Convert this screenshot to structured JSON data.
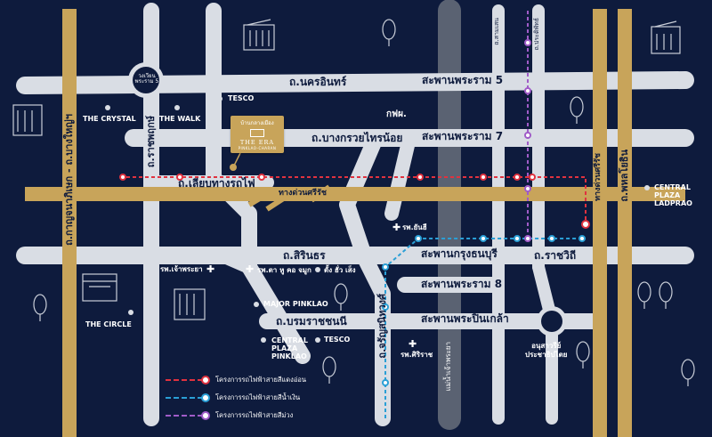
{
  "roads": {
    "top_road": "ถ.นครอินทร์",
    "bridge_rama5": "สะพานพระราม 5",
    "bang_kruai_sainoi": "ถ.บางกรวยไทรน้อย",
    "bridge_rama7": "สะพานพระราม 7",
    "siang_tang_rotfai": "ถ.เลียบทางรถไฟ",
    "expressway": "ทางด่วนศรีรัช",
    "sirindhorn": "ถ.สิรินธร",
    "bridge_krungthon": "สะพานกรุงธนบุรี",
    "ratchawithi": "ถ.ราชวิถี",
    "bridge_rama8": "สะพานพระราม 8",
    "boromratchachonnani": "ถ.บรมราชชนนี",
    "bridge_pinklao": "สะพานพระปิ่นเกล้า",
    "ratchaphruek_left": "ถ.กาญจนาภิเษก - ถ.บางใหญ่ฯ",
    "ratchaphruek": "ถ.ราชพฤกษ์",
    "charan": "ถ.จรัญสนิทวงศ์",
    "kamphaeng_phet": "ทางด่วนศรีรัช",
    "phahonyothin": "ถ.พหลโยธิน",
    "river": "แม่น้ำเจ้าพระยา",
    "samsen": "ถ.สามเสน",
    "pradipat": "ถ.ประดิพัทธ์"
  },
  "places": {
    "circle_top": "วงเวียนพระราม 5",
    "tesco_top": "TESCO",
    "crystal": "THE CRYSTAL",
    "walk": "THE WALK",
    "kph": "กฟผ.",
    "central_ladprao": "CENTRAL\nPLAZA\nLADPRAO",
    "hosp_yanhee": "รพ.ยันฮี",
    "hosp_chaophraya": "รพ.เจ้าพระยา",
    "hosp_eye": "รพ.ตา หู คอ จมูก",
    "tang_hua_seng": "ตั้ง ฮั่ว เส็ง",
    "major_pinklao": "MAJOR PINKLAO",
    "the_circle": "THE CIRCLE",
    "central_pinklao": "CENTRAL\nPLAZA\nPINKLAO",
    "tesco_bottom": "TESCO",
    "hosp_siriraj": "รพ.ศิริราช",
    "victory_monument": "อนุสาวรีย์\nประชาธิปไตย"
  },
  "project": {
    "thai_name": "บ้านกลางเมือง",
    "brand": "THE ERA",
    "tagline": "PINKLAO-CHARAN"
  },
  "legend": [
    {
      "label": "โครงการรถไฟฟ้าสายสีแดงอ่อน",
      "color": "#e0323f"
    },
    {
      "label": "โครงการรถไฟฟ้าสายสีน้ำเงิน",
      "color": "#2a9fd6"
    },
    {
      "label": "โครงการรถไฟฟ้าสายสีม่วง",
      "color": "#a05cc8"
    }
  ],
  "colors": {
    "background": "#0e1b3d",
    "road": "#d9dde4",
    "gold_road": "#c8a45a",
    "river": "#5a6272",
    "red_line": "#e0323f",
    "blue_line": "#2a9fd6",
    "purple_line": "#a05cc8"
  }
}
